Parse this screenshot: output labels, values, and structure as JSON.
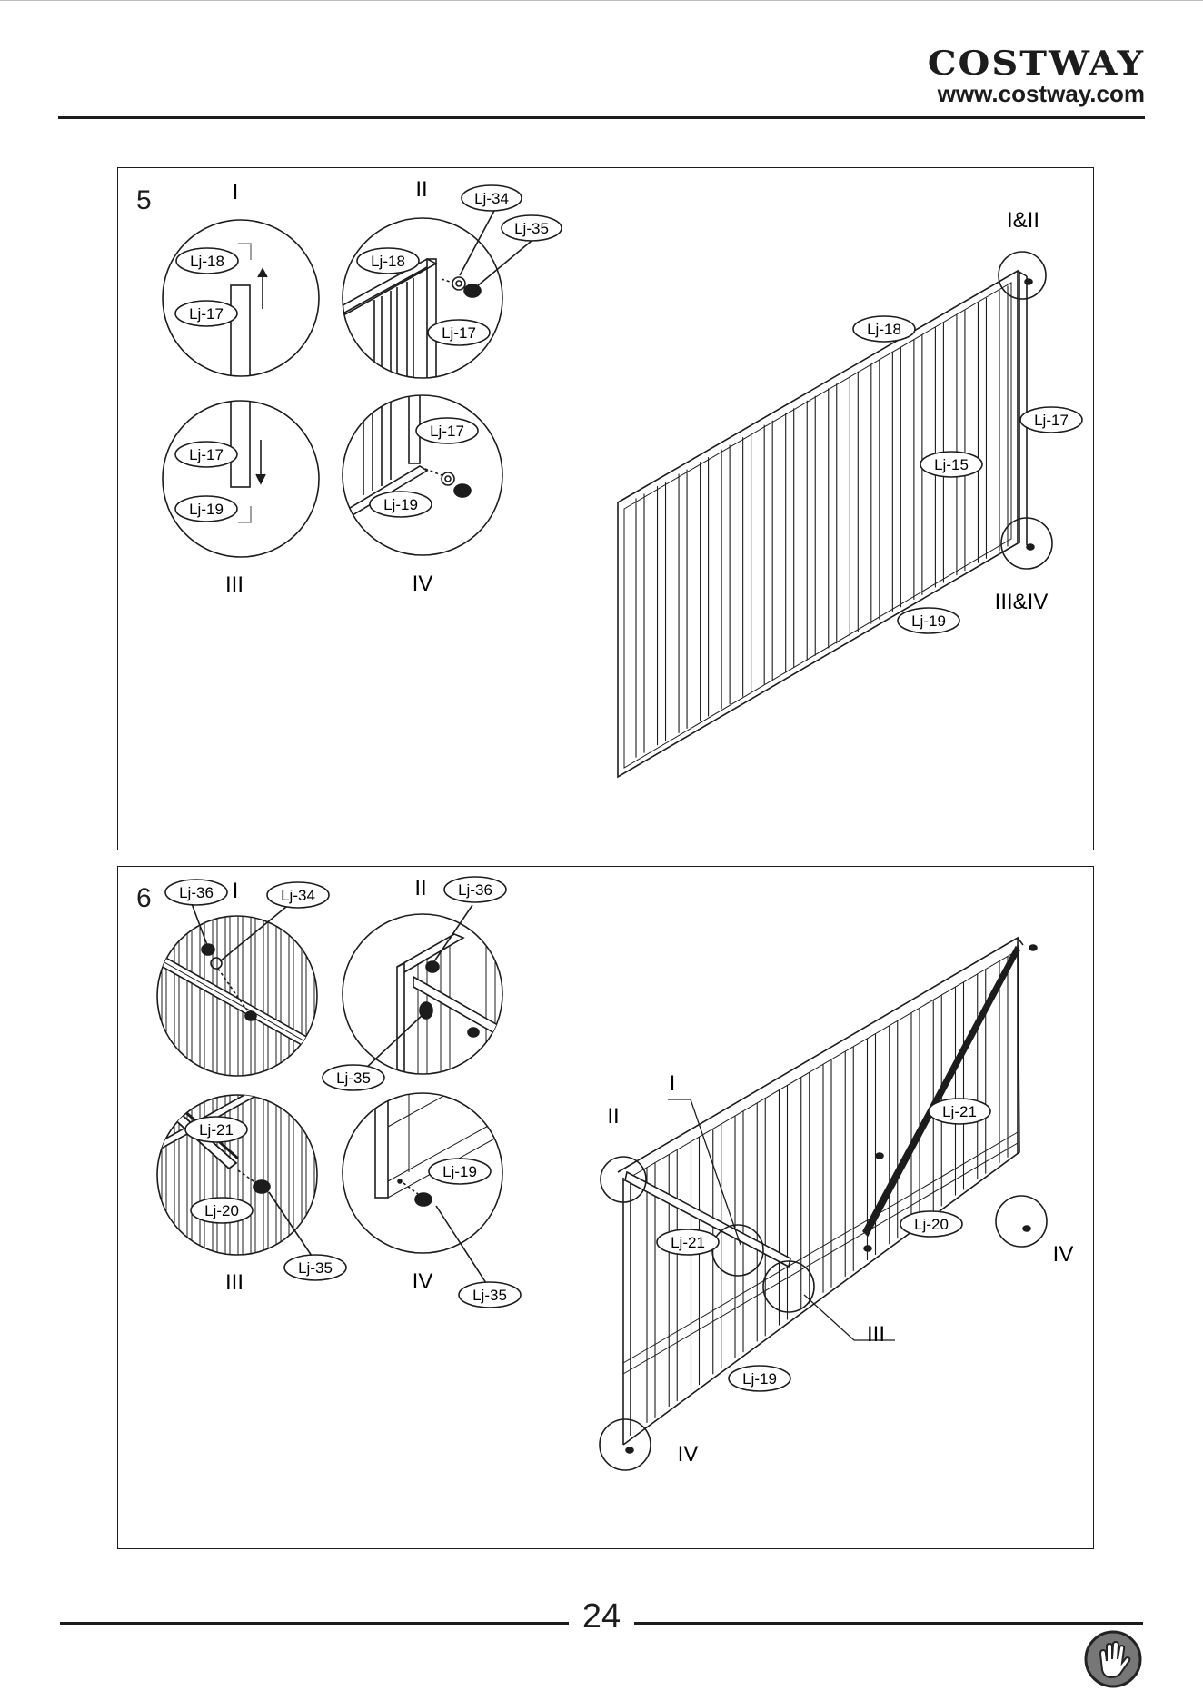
{
  "header": {
    "brand": "COSTWAY",
    "website": "www.costway.com"
  },
  "page_number": "24",
  "icons": {
    "footer": "glove-icon"
  },
  "step5": {
    "number": "5",
    "details": {
      "I": {
        "roman": "I",
        "parts": [
          "Lj-18",
          "Lj-17"
        ]
      },
      "II": {
        "roman": "II",
        "parts": [
          "Lj-34",
          "Lj-35",
          "Lj-18",
          "Lj-17"
        ]
      },
      "III": {
        "roman": "III",
        "parts": [
          "Lj-17",
          "Lj-19"
        ]
      },
      "IV": {
        "roman": "IV",
        "parts": [
          "Lj-17",
          "Lj-19"
        ]
      }
    },
    "main": {
      "callout_top": "I&II",
      "callout_bottom": "III&IV",
      "parts": [
        "Lj-18",
        "Lj-17",
        "Lj-15",
        "Lj-19"
      ]
    }
  },
  "step6": {
    "number": "6",
    "details": {
      "I": {
        "roman": "I",
        "parts": [
          "Lj-36",
          "Lj-34"
        ]
      },
      "II": {
        "roman": "II",
        "parts": [
          "Lj-36",
          "Lj-35"
        ]
      },
      "III": {
        "roman": "III",
        "parts": [
          "Lj-21",
          "Lj-20",
          "Lj-35"
        ]
      },
      "IV": {
        "roman": "IV",
        "parts": [
          "Lj-19",
          "Lj-35"
        ]
      }
    },
    "main": {
      "callouts": [
        "I",
        "II",
        "III",
        "IV",
        "IV"
      ],
      "parts": [
        "Lj-21",
        "Lj-21",
        "Lj-20",
        "Lj-19"
      ]
    }
  }
}
